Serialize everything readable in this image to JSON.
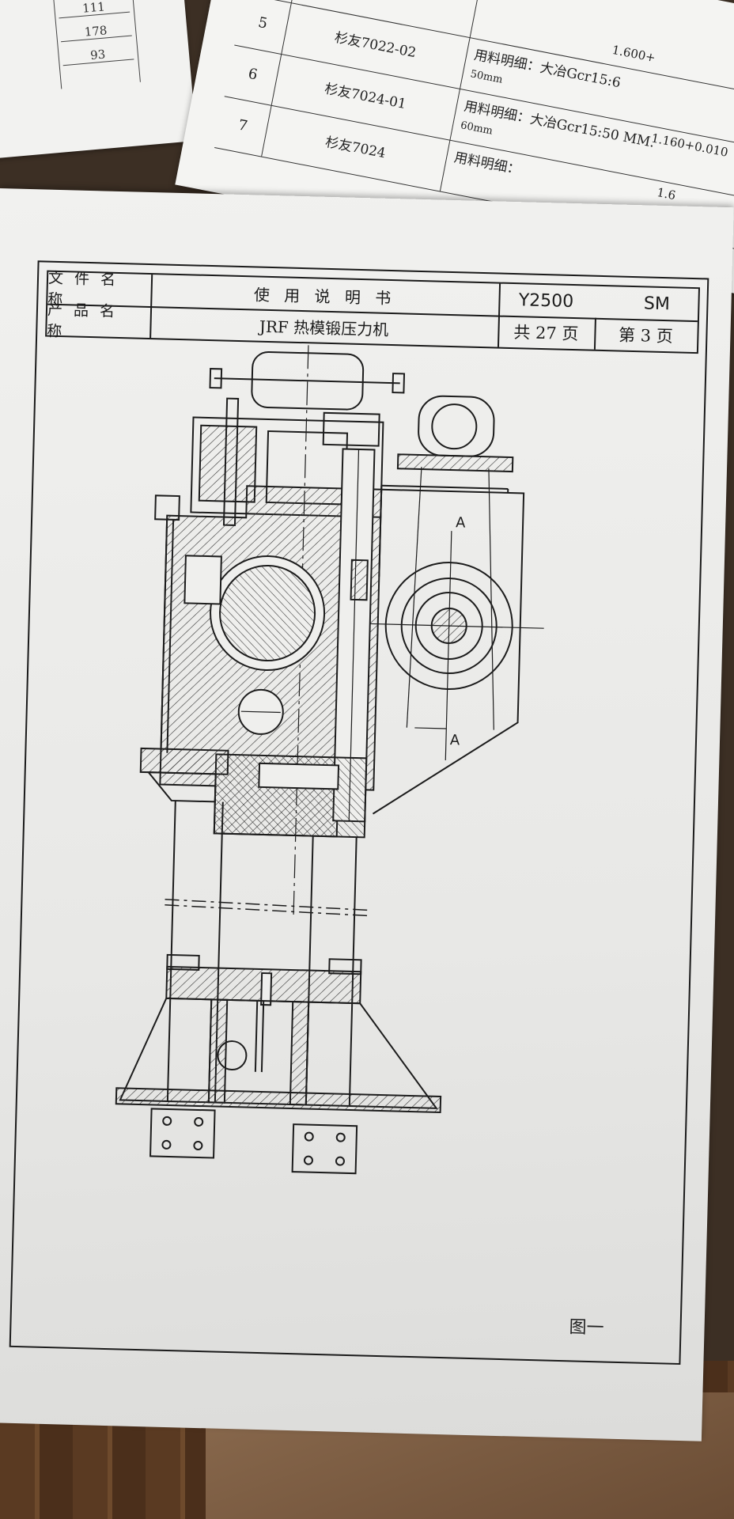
{
  "background_paper_left": {
    "values": [
      "111",
      "178",
      "93"
    ]
  },
  "background_paper_right": {
    "rows": [
      {
        "index": "",
        "part": "",
        "material": "",
        "size": "",
        "tolerance": "1.600+"
      },
      {
        "index": "5",
        "part": "杉友7022-02",
        "material": "用料明细：大冶Gcr15:6",
        "size": "50mm",
        "tolerance": ""
      },
      {
        "index": "6",
        "part": "杉友7024-01",
        "material": "用料明细：大冶Gcr15:50 MM.",
        "size": "60mm",
        "tolerance": "1.160+0.010"
      },
      {
        "index": "7",
        "part": "杉友7024",
        "material": "用料明细：",
        "size": "",
        "tolerance": "1.6"
      }
    ]
  },
  "sheet": {
    "title_block": {
      "doc_name_label": "文件名称",
      "doc_name_value": "使 用 说 明 书",
      "product_name_label": "产品名称",
      "product_name_value": "JRF  热模锻压力机",
      "model": "Y2500",
      "code": "SM",
      "total_pages": "共 27 页",
      "page_no": "第 3 页"
    },
    "figure_label": "图一",
    "section_marker": "A"
  }
}
